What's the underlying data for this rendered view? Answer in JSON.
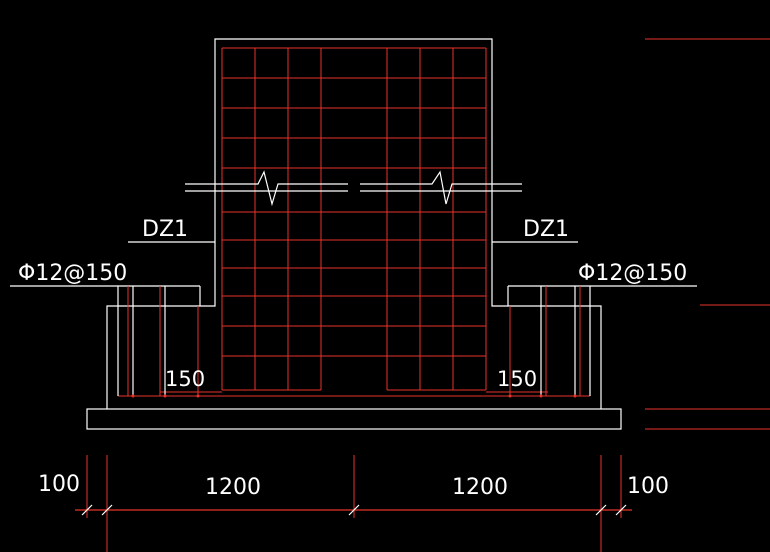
{
  "colors": {
    "background": "#000000",
    "outline": "#ffffff",
    "rebar": "#e8322a"
  },
  "labels": {
    "column_left": "DZ1",
    "column_right": "DZ1",
    "rebar_left": "Φ12@150",
    "rebar_right": "Φ12@150",
    "spacing_left": "150",
    "spacing_right": "150"
  },
  "dimensions": {
    "left_edge": "100",
    "left_span": "1200",
    "right_span": "1200",
    "right_edge": "100"
  }
}
